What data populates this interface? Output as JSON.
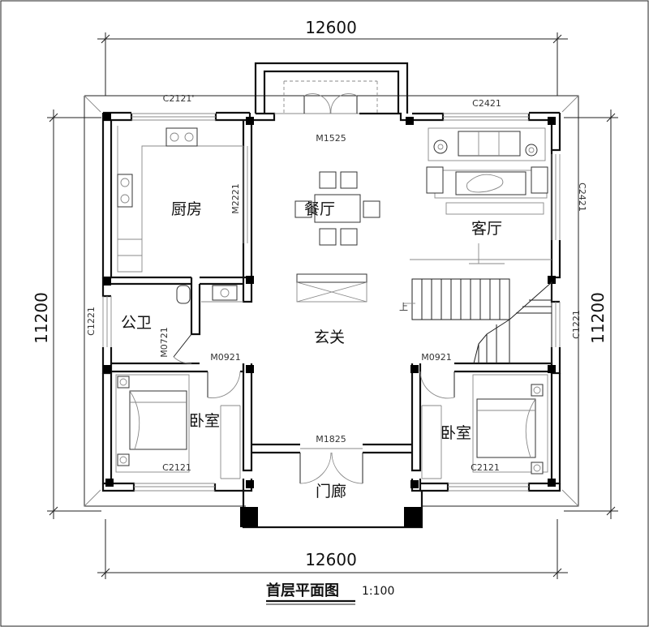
{
  "dimensions": {
    "top_width": "12600",
    "bottom_width": "12600",
    "left_height": "11200",
    "right_height": "11200"
  },
  "rooms": {
    "kitchen": "厨房",
    "dining": "餐厅",
    "living": "客厅",
    "bathroom": "公卫",
    "foyer": "玄关",
    "bedroom_left": "卧室",
    "bedroom_right": "卧室",
    "porch": "门廊"
  },
  "codes": {
    "window_top_left": "C2121'",
    "window_top_right": "C2421",
    "door_top": "M1525",
    "door_kitchen": "M2221",
    "window_right_upper": "C2421",
    "window_left_mid": "C1221",
    "window_right_mid": "C1221",
    "door_bath": "M0721",
    "door_bed_left": "M0921",
    "door_bed_right": "M0921",
    "door_front": "M1825",
    "window_bed_left": "C2121",
    "window_bed_right": "C2121",
    "stair_up": "上"
  },
  "title": "首层平面图",
  "scale": "1:100"
}
